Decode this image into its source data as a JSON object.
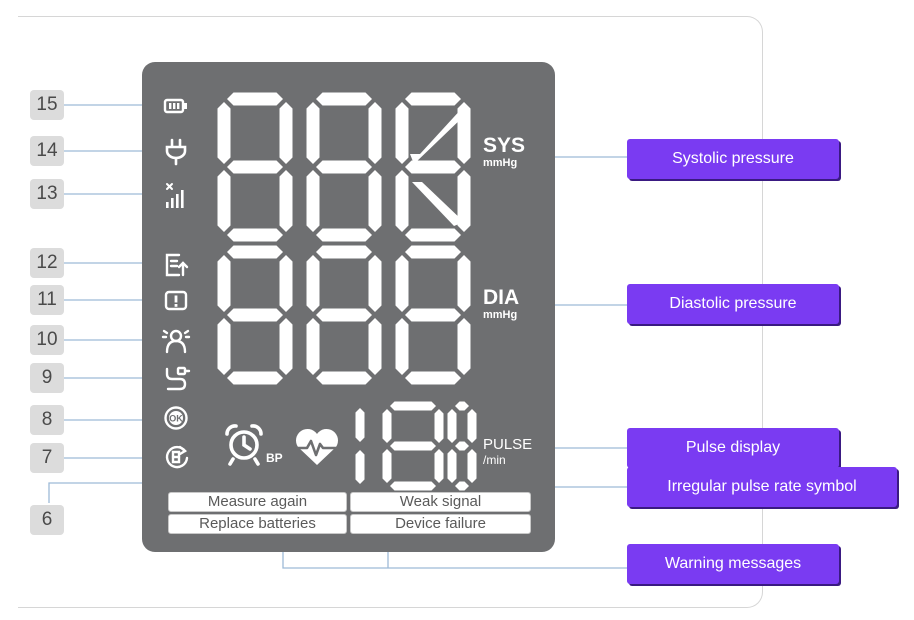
{
  "badges": [
    "15",
    "14",
    "13",
    "12",
    "11",
    "10",
    "9",
    "8",
    "7",
    "6"
  ],
  "units": {
    "sys": "SYS",
    "sys_sub": "mmHg",
    "dia": "DIA",
    "dia_sub": "mmHg",
    "pulse": "PULSE",
    "pulse_sub": "/min",
    "bp": "BP"
  },
  "warnings": {
    "measure_again": "Measure again",
    "weak_signal": "Weak signal",
    "replace_batteries": "Replace batteries",
    "device_failure": "Device failure"
  },
  "callouts": {
    "systolic": "Systolic pressure",
    "diastolic": "Diastolic pressure",
    "pulse": "Pulse display",
    "irregular": "Irregular pulse rate symbol",
    "warning": "Warning messages"
  },
  "icons": [
    "battery-icon",
    "plug-icon",
    "signal-icon",
    "memory-upload-icon",
    "alert-icon",
    "movement-icon",
    "cuff-icon",
    "ok-icon",
    "repeat-icon",
    "alarm-clock-icon",
    "heart-pulse-icon"
  ]
}
